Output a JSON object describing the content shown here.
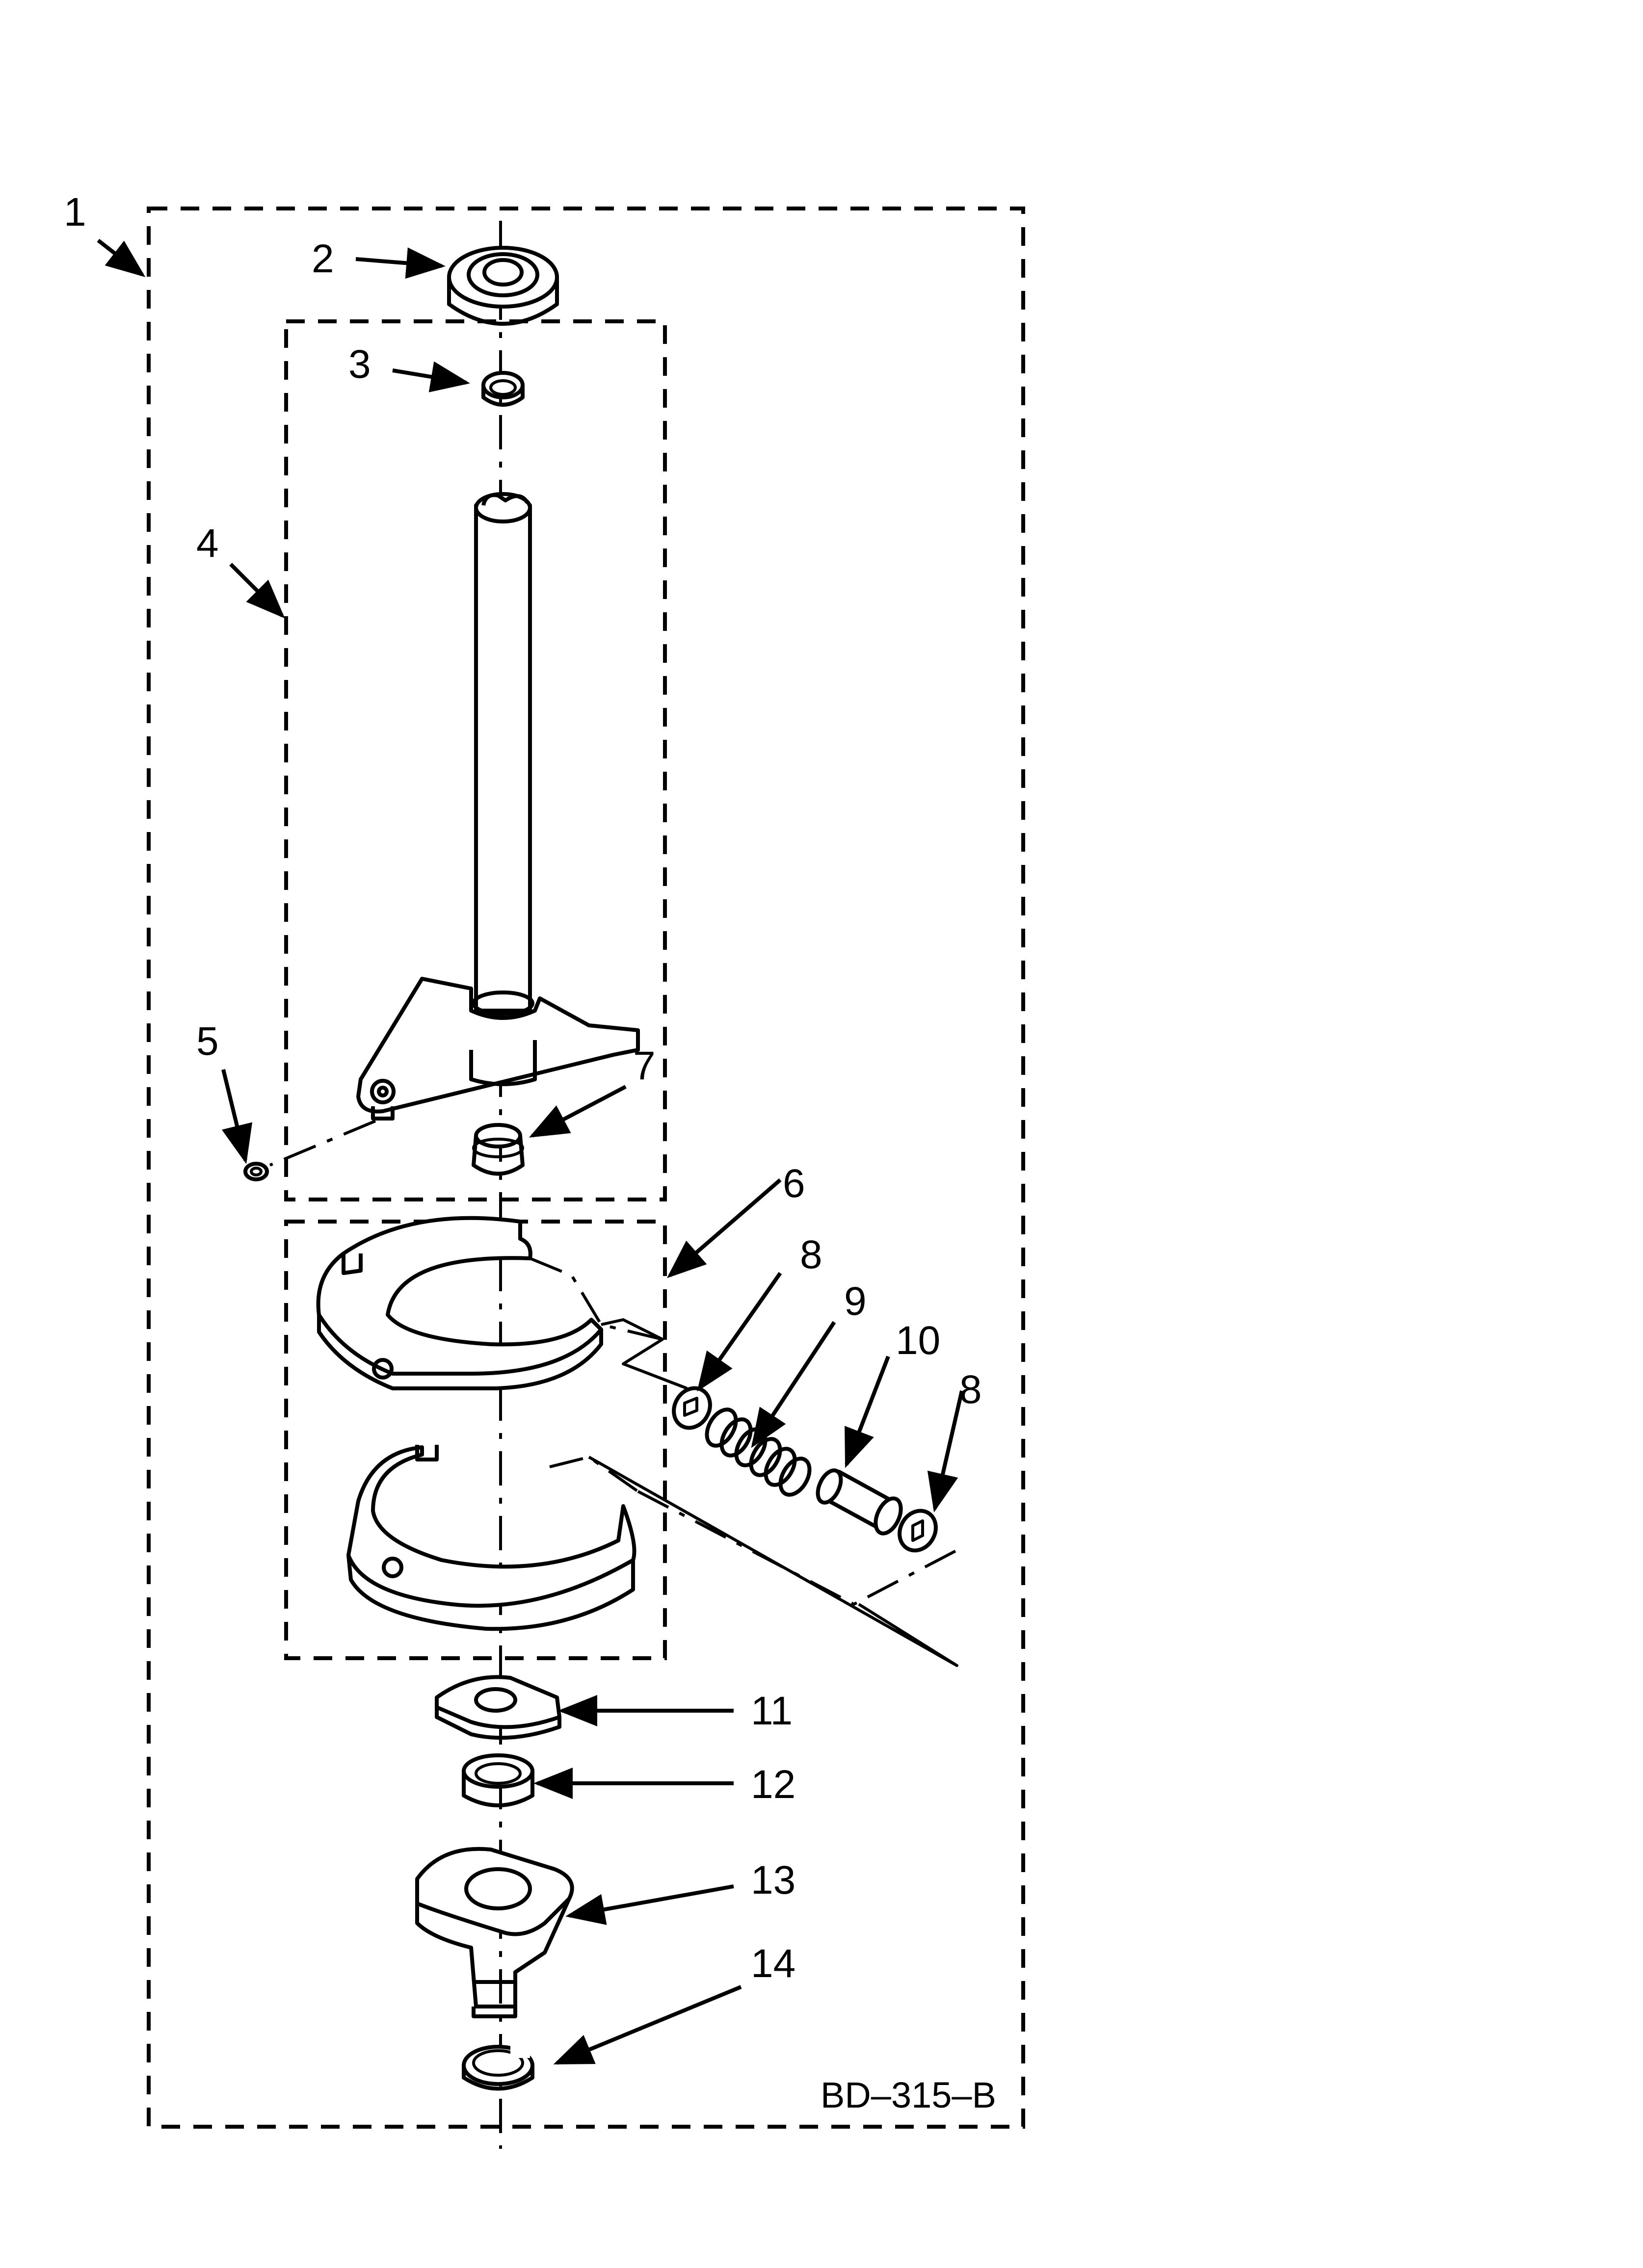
{
  "diagram": {
    "type": "exploded-parts-diagram",
    "drawing_code": "BD–315–B",
    "callouts": [
      {
        "id": "1",
        "label": "1",
        "target": "outer-assembly-box"
      },
      {
        "id": "2",
        "label": "2",
        "target": "seal"
      },
      {
        "id": "3",
        "label": "3",
        "target": "bushing"
      },
      {
        "id": "4",
        "label": "4",
        "target": "shaft-assembly-box"
      },
      {
        "id": "5",
        "label": "5",
        "target": "retaining-ring"
      },
      {
        "id": "6",
        "label": "6",
        "target": "brake-assembly-box"
      },
      {
        "id": "7",
        "label": "7",
        "target": "bearing"
      },
      {
        "id": "8a",
        "label": "8",
        "target": "washer-left"
      },
      {
        "id": "9",
        "label": "9",
        "target": "spring"
      },
      {
        "id": "10",
        "label": "10",
        "target": "pin"
      },
      {
        "id": "8b",
        "label": "8",
        "target": "washer-right"
      },
      {
        "id": "11",
        "label": "11",
        "target": "cam-plate"
      },
      {
        "id": "12",
        "label": "12",
        "target": "clutch-ring"
      },
      {
        "id": "13",
        "label": "13",
        "target": "brake-housing"
      },
      {
        "id": "14",
        "label": "14",
        "target": "snap-ring"
      }
    ]
  },
  "colors": {
    "ink": "#000000",
    "paper": "#ffffff"
  }
}
